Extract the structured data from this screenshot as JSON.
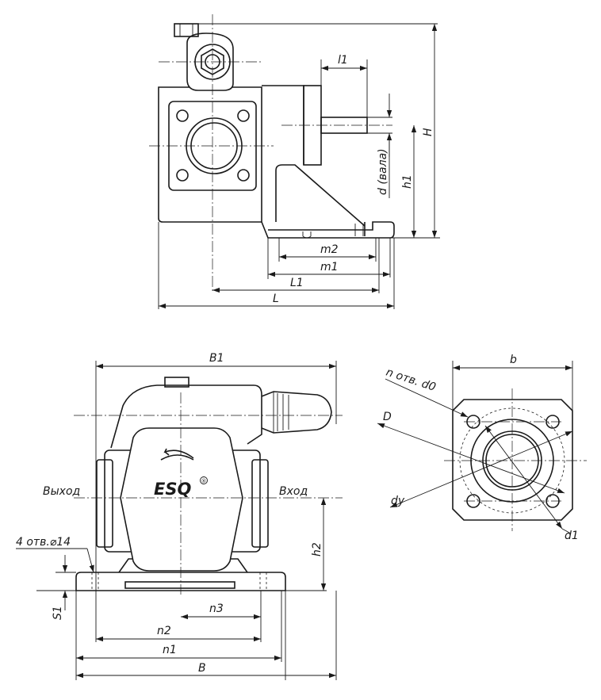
{
  "colors": {
    "ink": "#1a1a1a",
    "paper": "#ffffff"
  },
  "labels": {
    "l1": "l1",
    "H": "H",
    "d_shaft": "d (вала)",
    "h1": "h1",
    "m2": "m2",
    "m1": "m1",
    "L1": "L1",
    "L": "L",
    "B1": "B1",
    "outlet": "Выход",
    "inlet": "Вход",
    "holes_base": "4 отв.⌀14",
    "h2": "h2",
    "S1": "S1",
    "n3": "n3",
    "n2": "n2",
    "n1": "n1",
    "B": "B",
    "b": "b",
    "holes_flange": "n отв. d0",
    "D": "D",
    "dy": "dy",
    "d1": "d1"
  },
  "brand": {
    "name": "ESQ",
    "mark": "®"
  },
  "icons": {
    "rotation": "rotation-arrow-icon"
  }
}
